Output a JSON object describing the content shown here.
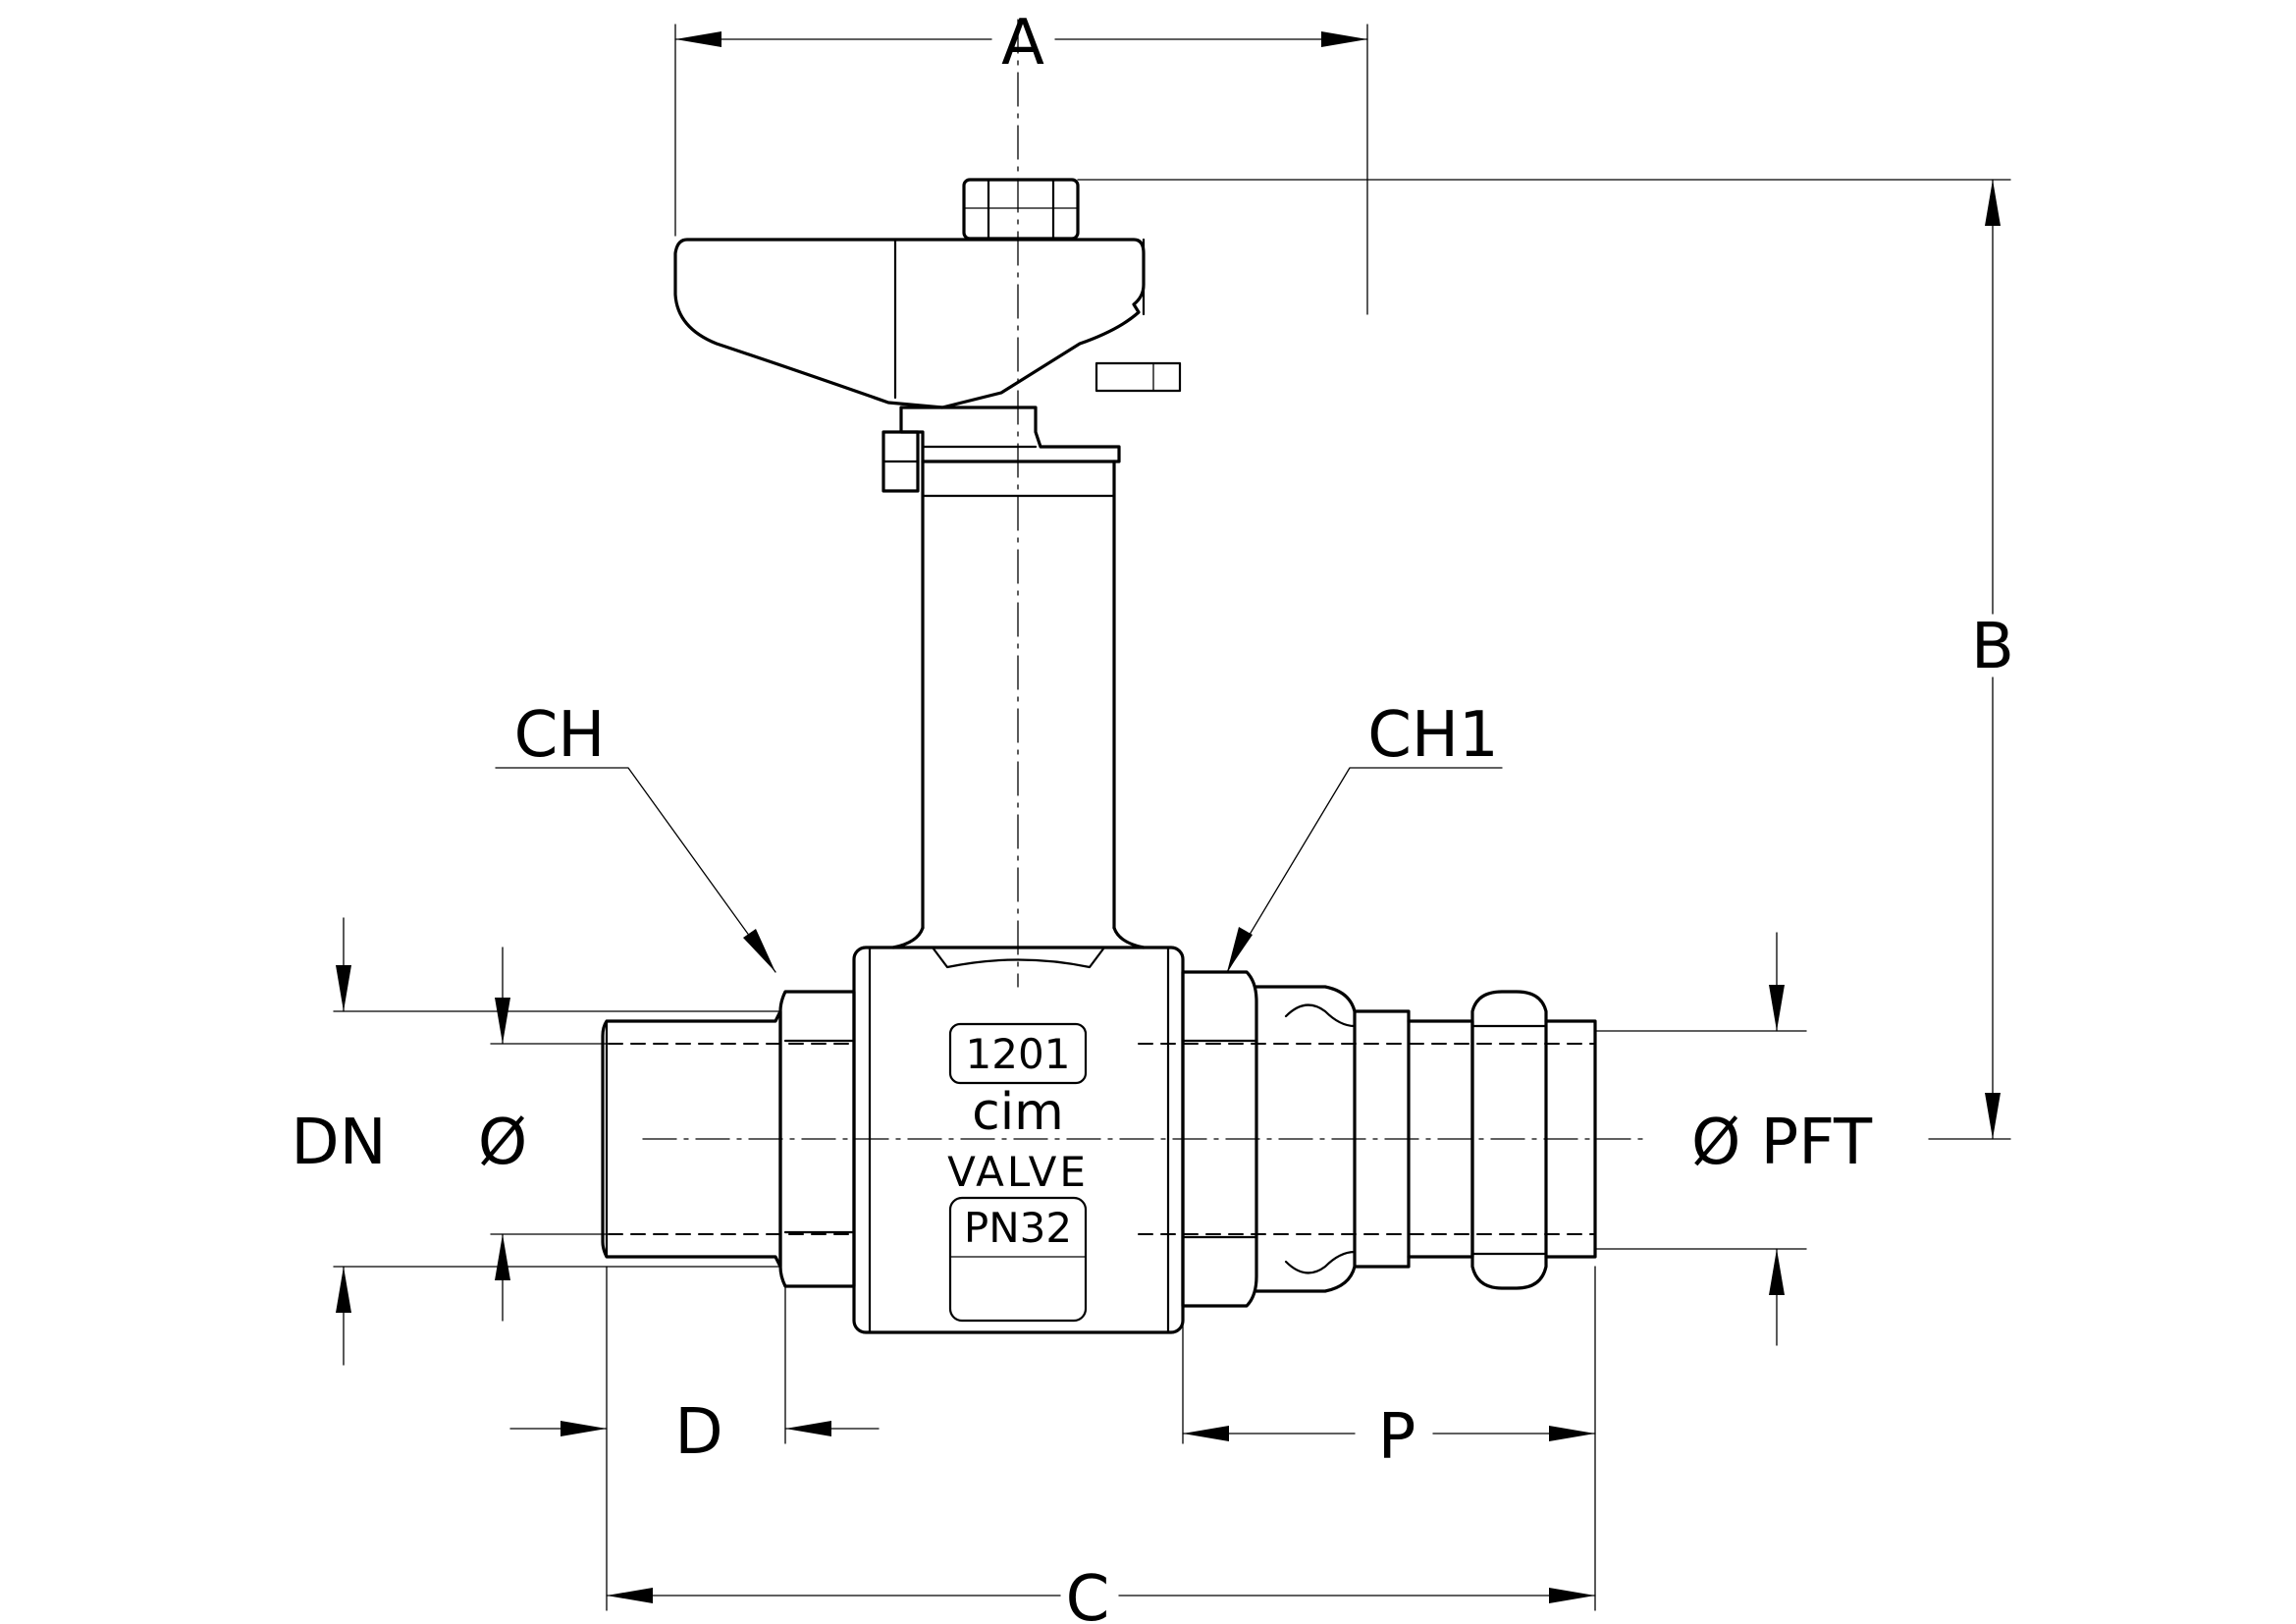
{
  "dimensions": {
    "a": "A",
    "b": "B",
    "c": "C",
    "d": "D",
    "p": "P",
    "ch": "CH",
    "ch1": "CH1",
    "dn": "DN",
    "dia_left": "Ø",
    "dia_right": "Ø PFT"
  },
  "body_markings": {
    "code": "1201",
    "brand": "cim",
    "valve": "VALVE",
    "pressure": "PN32"
  }
}
